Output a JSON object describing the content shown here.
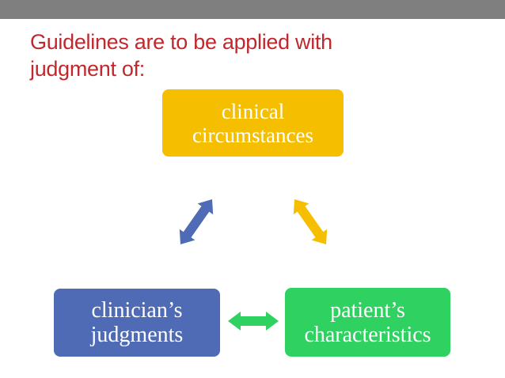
{
  "slide": {
    "title": "Guidelines are to be applied with\njudgment of:"
  },
  "nodes": {
    "top": {
      "label": "clinical\ncircumstances"
    },
    "left": {
      "label": "clinician’s\njudgments"
    },
    "right": {
      "label": "patient’s\ncharacteristics"
    }
  },
  "colors": {
    "title": "#c0282d",
    "top_bar": "#7f7f7f",
    "top_node": "#f5bf00",
    "left_node": "#4f6bb5",
    "right_node": "#2fd160",
    "arrow_left": "#4f6bb5",
    "arrow_right": "#f5bf00",
    "arrow_bottom": "#2fd160"
  }
}
